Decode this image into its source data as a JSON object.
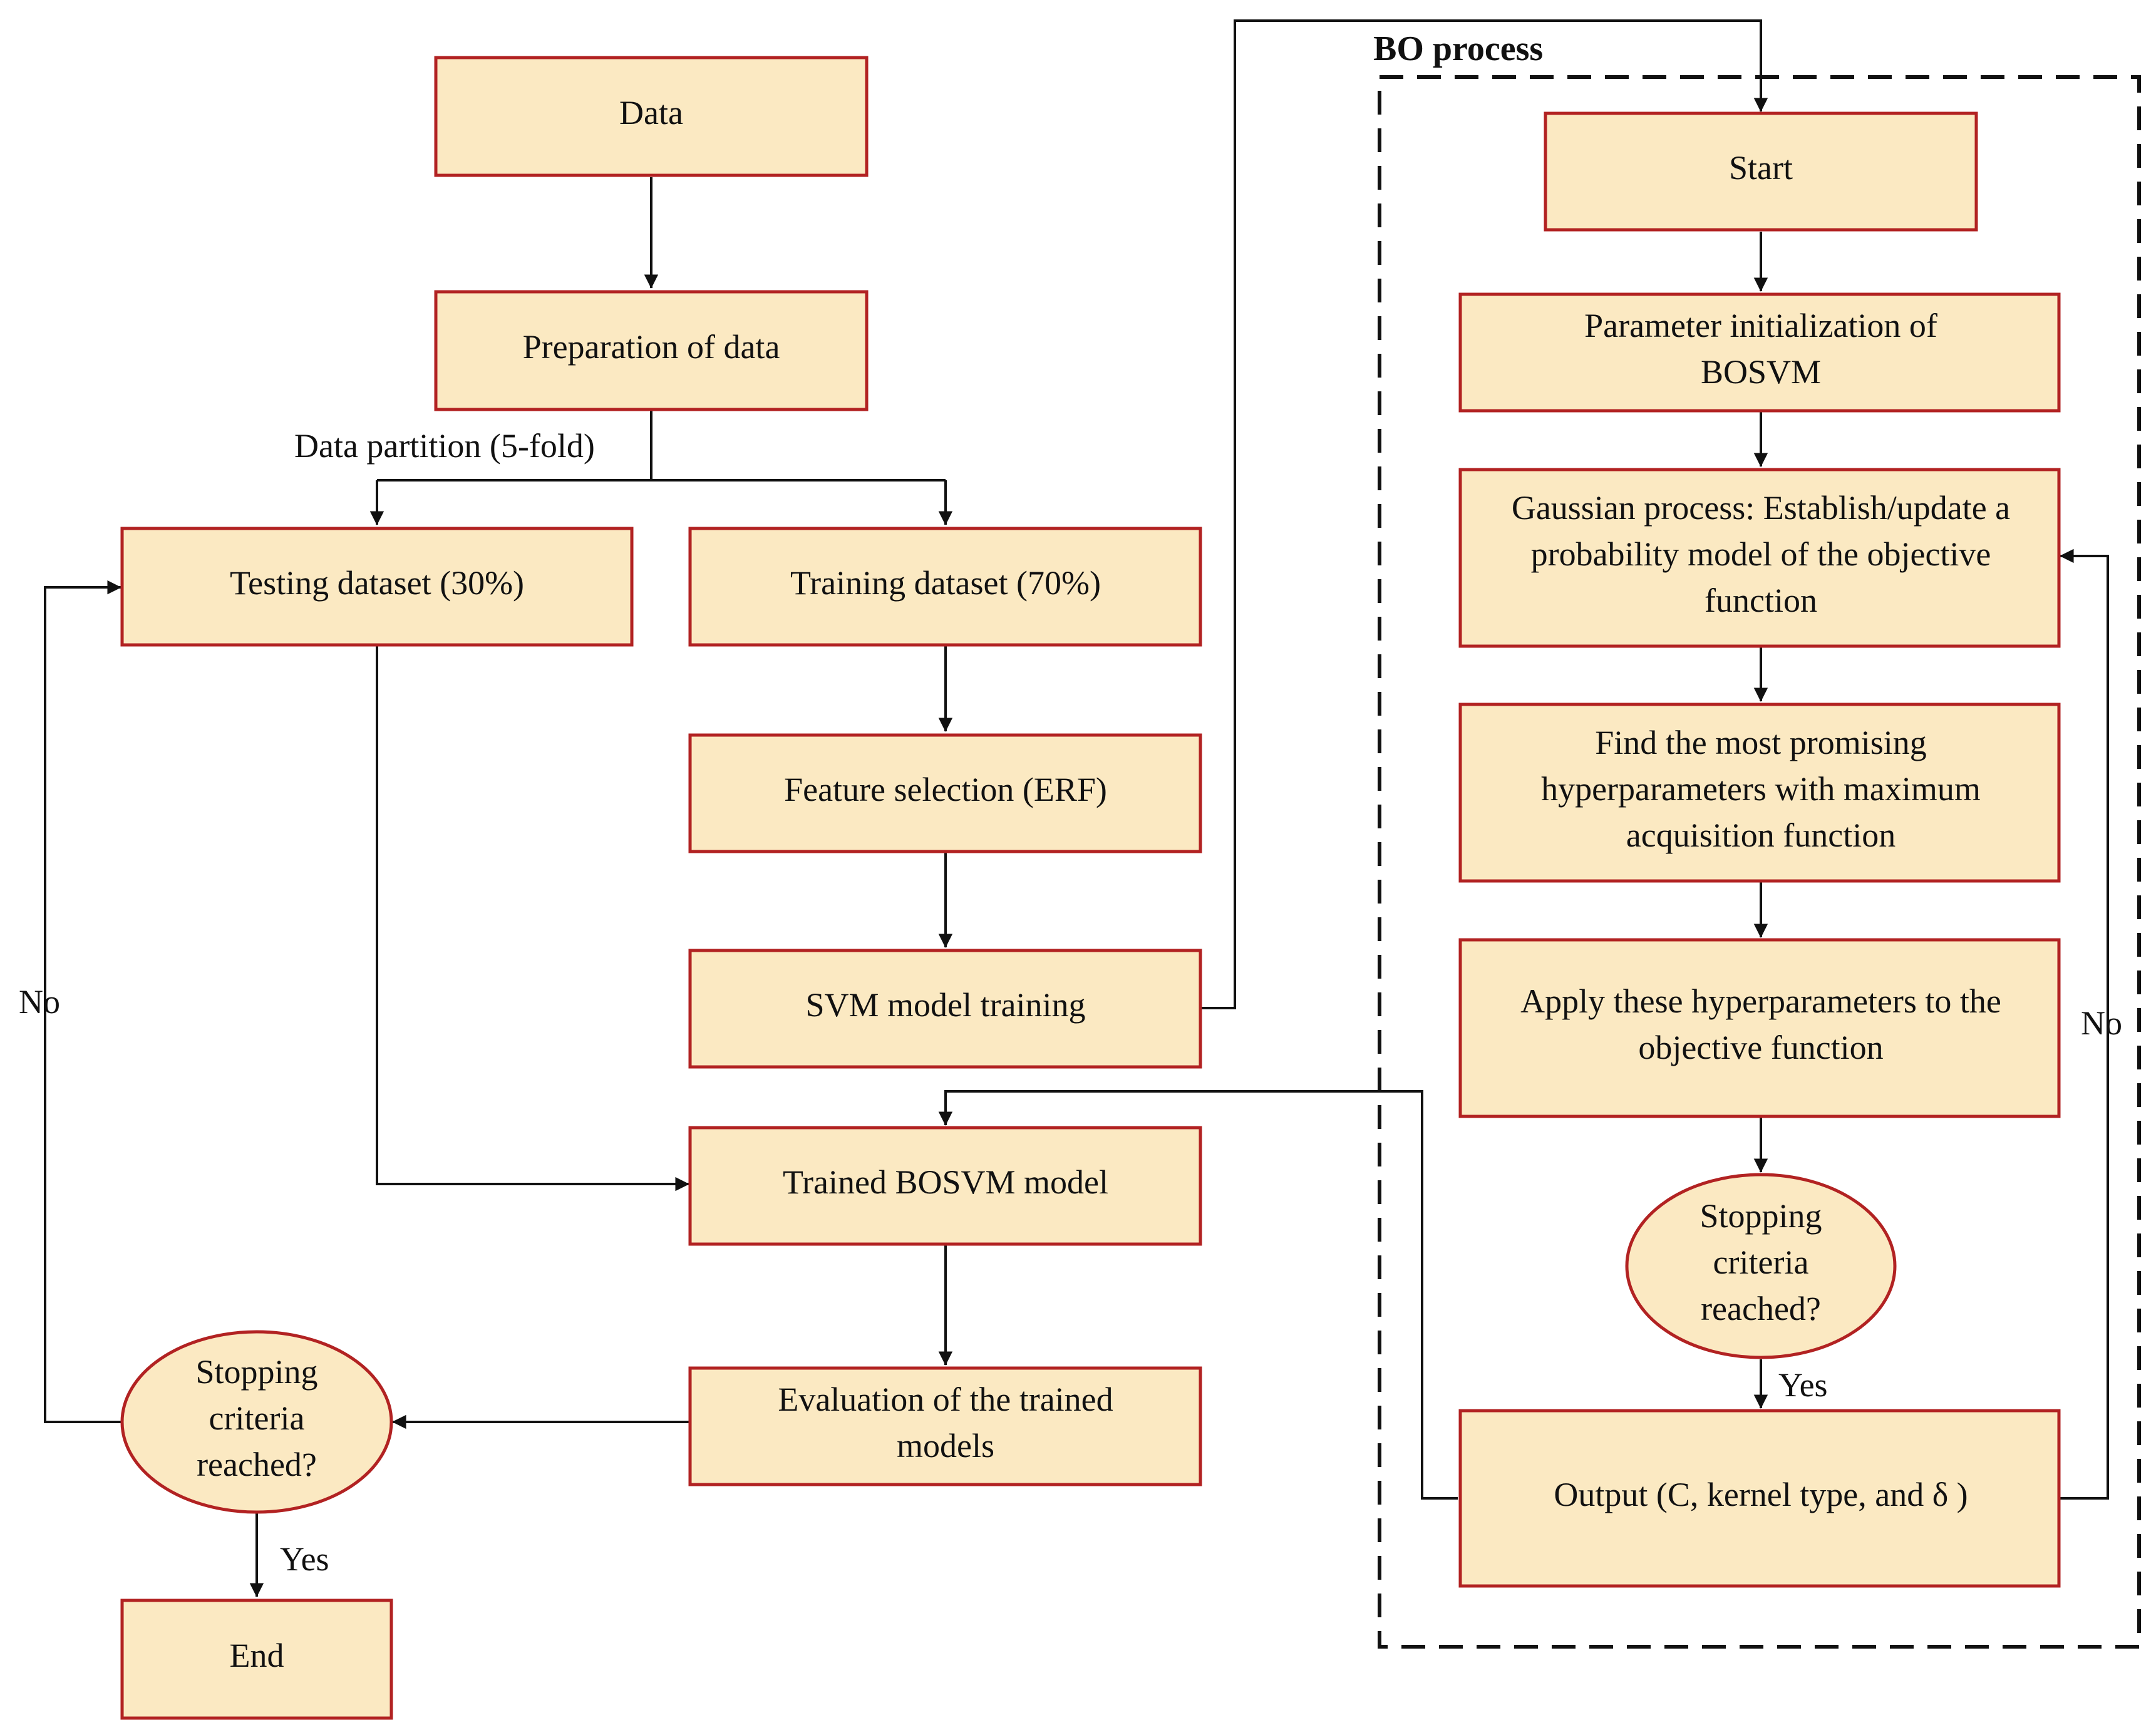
{
  "diagram": {
    "colors": {
      "node_fill": "#fbe9c2",
      "node_border": "#b22222",
      "line": "#111111"
    },
    "group": {
      "label": "BO process"
    },
    "nodes": {
      "data": [
        "Data"
      ],
      "preparation": [
        "Preparation of data"
      ],
      "testing": [
        "Testing dataset (30%)"
      ],
      "training": [
        "Training dataset (70%)"
      ],
      "feature": [
        "Feature selection (ERF)"
      ],
      "svm": [
        "SVM model training"
      ],
      "trained": [
        "Trained BOSVM model"
      ],
      "evaluation": [
        "Evaluation of the trained",
        "models"
      ],
      "stop_left": [
        "Stopping",
        "criteria",
        "reached?"
      ],
      "end": [
        "End"
      ],
      "start": [
        "Start"
      ],
      "param_init": [
        "Parameter initialization of",
        "BOSVM"
      ],
      "gaussian": [
        "Gaussian process: Establish/update a",
        "probability model of the objective",
        "function"
      ],
      "find": [
        "Find the most promising",
        "hyperparameters with maximum",
        "acquisition function"
      ],
      "apply": [
        "Apply these hyperparameters to the",
        "objective function"
      ],
      "stop_right": [
        "Stopping",
        "criteria",
        "reached?"
      ],
      "output": [
        "Output (C, kernel type, and δ )"
      ]
    },
    "edge_labels": {
      "partition": "Data partition (5-fold)",
      "no_left": "No",
      "yes_left": "Yes",
      "no_right": "No",
      "yes_right": "Yes"
    }
  }
}
